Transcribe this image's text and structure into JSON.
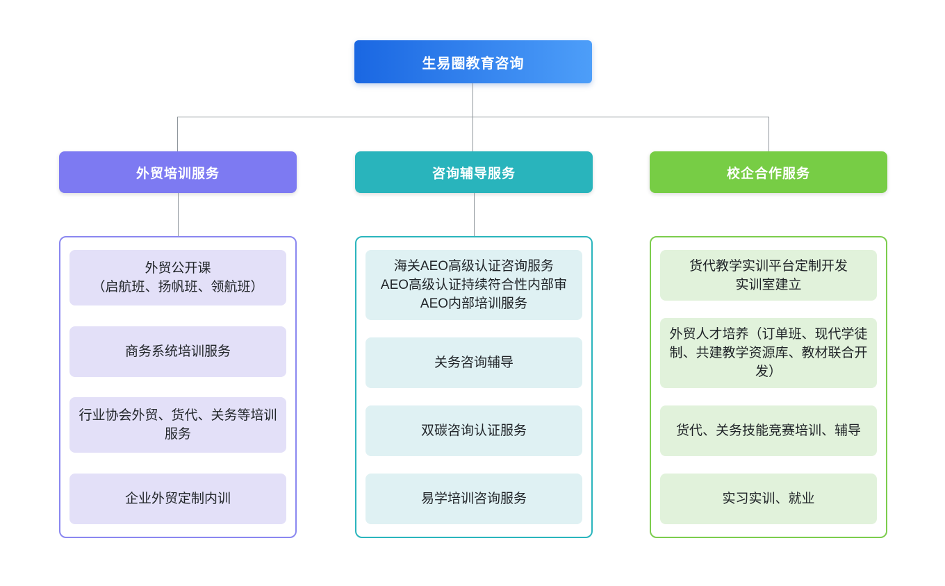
{
  "colors": {
    "background": "#ffffff",
    "connector": "#8f969c",
    "root_gradient_start": "#1a67e2",
    "root_gradient_end": "#4d9ef9",
    "text_dark": "#212529",
    "text_light": "#ffffff"
  },
  "root": {
    "label": "生易圈教育咨询"
  },
  "branches": [
    {
      "label": "外贸培训服务",
      "header_color": "#7d7af2",
      "border_color": "#8a87f0",
      "item_bg": "#e3e0f8",
      "items": [
        {
          "text": "外贸公开课\n（启航班、扬帆班、领航班）"
        },
        {
          "text": "商务系统培训服务"
        },
        {
          "text": "行业协会外贸、货代、关务等培训服务"
        },
        {
          "text": "企业外贸定制内训"
        }
      ]
    },
    {
      "label": "咨询辅导服务",
      "header_color": "#29b4bc",
      "border_color": "#2ab5bd",
      "item_bg": "#dff1f3",
      "items": [
        {
          "text": "海关AEO高级认证咨询服务\nAEO高级认证持续符合性内部审\nAEO内部培训服务"
        },
        {
          "text": "关务咨询辅导"
        },
        {
          "text": "双碳咨询认证服务"
        },
        {
          "text": "易学培训咨询服务"
        }
      ]
    },
    {
      "label": "校企合作服务",
      "header_color": "#77cd45",
      "border_color": "#7ccd4d",
      "item_bg": "#e1f2db",
      "items": [
        {
          "text": "货代教学实训平台定制开发\n实训室建立"
        },
        {
          "text": "外贸人才培养（订单班、现代学徒制、共建教学资源库、教材联合开发）"
        },
        {
          "text": "货代、关务技能竞赛培训、辅导"
        },
        {
          "text": "实习实训、就业"
        }
      ]
    }
  ]
}
